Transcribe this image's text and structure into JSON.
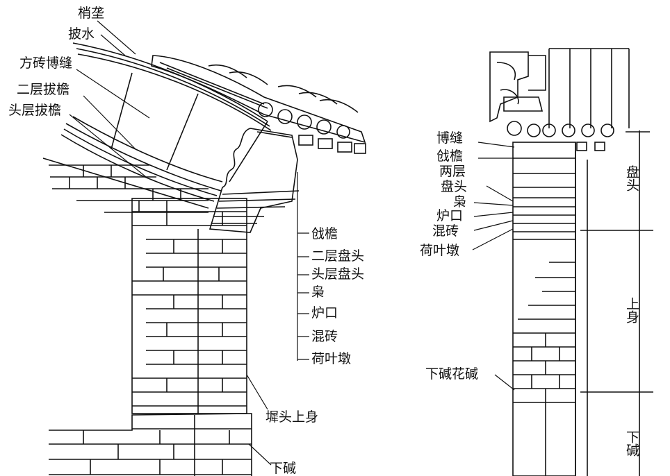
{
  "left_labels": {
    "shaojiao": "梢垄",
    "pishui": "披水",
    "fangzhuan_bofeng": "方砖博缝",
    "erceng_bayan": "二层拔檐",
    "touceng_bayan": "头层拔檐",
    "jiyan": "戗檐",
    "erceng_pantou": "二层盘头",
    "touceng_pantou": "头层盘头",
    "xiao": "枭",
    "lukou": "炉口",
    "hunzhuan": "混砖",
    "heyedun": "荷叶墩",
    "qiaotou_shangshen": "墀头上身",
    "xiajian": "下碱"
  },
  "right_labels": {
    "bofeng": "博缝",
    "jiyan": "戗檐",
    "liangceng": "两层",
    "pantou": "盘头",
    "xiao": "枭",
    "lukou": "炉口",
    "hunzhuan": "混砖",
    "heyedun": "荷叶墩",
    "xiajian_huajian": "下碱花碱"
  },
  "dimension_labels": {
    "pantou": "盘头",
    "shangshen": "上身",
    "xiajian": "下碱"
  }
}
